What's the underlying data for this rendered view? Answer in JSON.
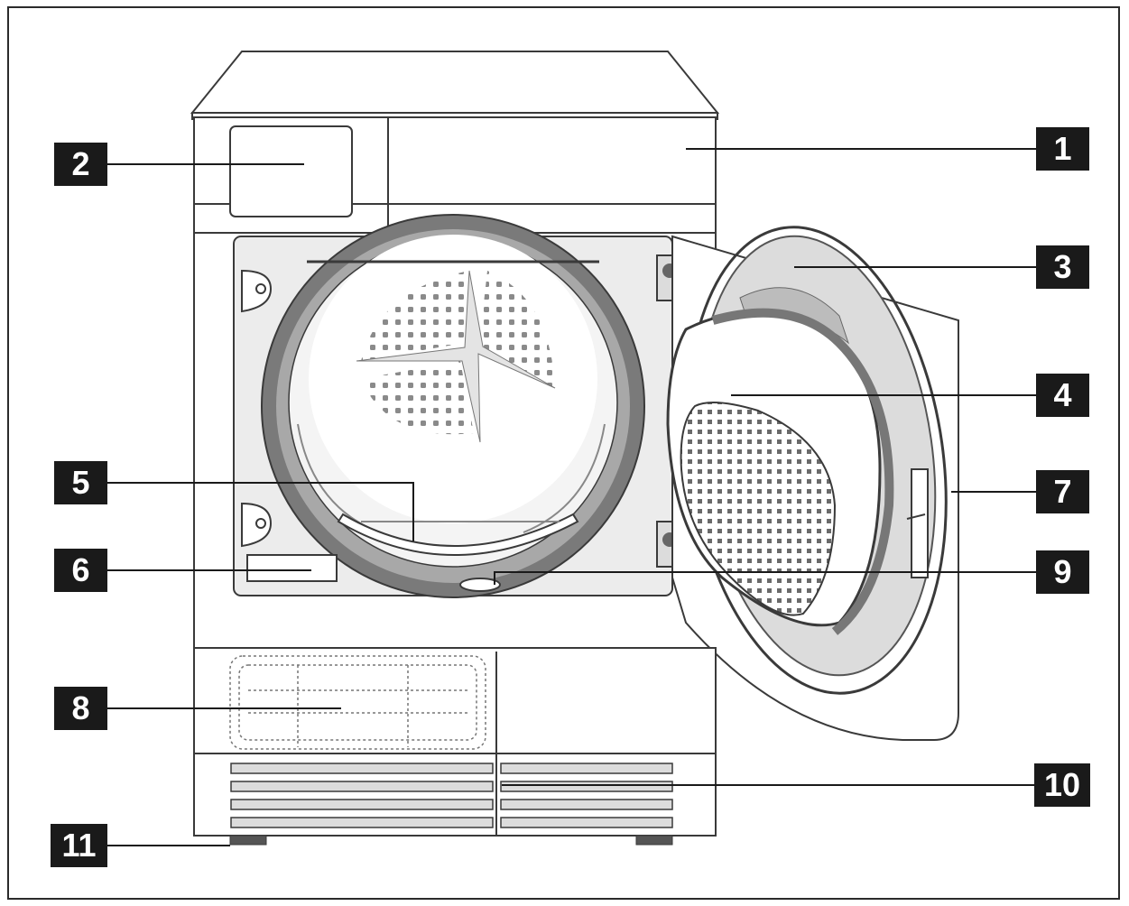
{
  "callouts": [
    {
      "id": "1",
      "label": "1"
    },
    {
      "id": "2",
      "label": "2"
    },
    {
      "id": "3",
      "label": "3"
    },
    {
      "id": "4",
      "label": "4"
    },
    {
      "id": "5",
      "label": "5"
    },
    {
      "id": "6",
      "label": "6"
    },
    {
      "id": "7",
      "label": "7"
    },
    {
      "id": "8",
      "label": "8"
    },
    {
      "id": "9",
      "label": "9"
    },
    {
      "id": "10",
      "label": "10"
    },
    {
      "id": "11",
      "label": "11"
    }
  ],
  "colors": {
    "outline": "#3a3a3a",
    "panel": "#ececec",
    "door_inner": "#dcdcdc",
    "callout_bg": "#1a1a1a",
    "callout_text": "#ffffff"
  }
}
